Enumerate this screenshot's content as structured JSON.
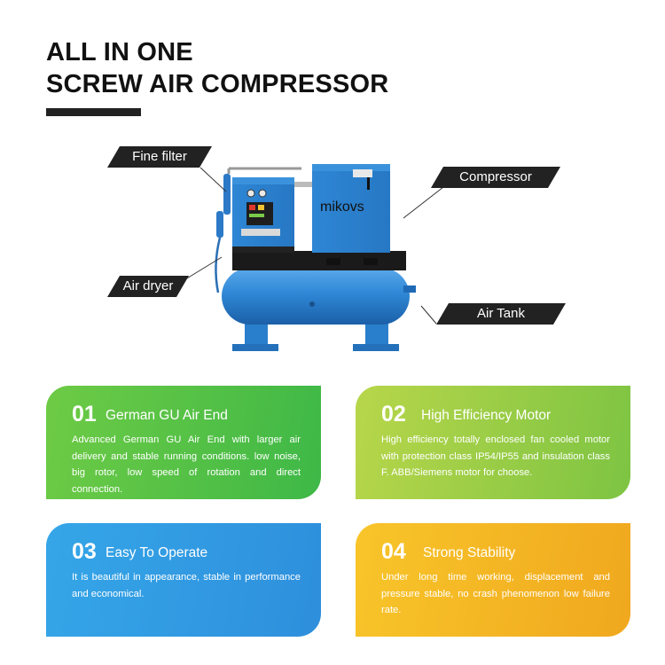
{
  "title": {
    "line1": "ALL IN ONE",
    "line2": "SCREW AIR COMPRESSOR"
  },
  "labels": {
    "fine_filter": "Fine filter",
    "air_dryer": "Air dryer",
    "compressor": "Compressor",
    "air_tank": "Air Tank"
  },
  "machine": {
    "brand": "mikovs"
  },
  "features": [
    {
      "num": "01",
      "heading": "German GU Air End",
      "text": "Advanced German GU Air End with larger air delivery and stable running conditions. low noise, big rotor, low speed of rotation and direct connection."
    },
    {
      "num": "02",
      "heading": "High Efficiency Motor",
      "text": "High efficiency totally enclosed fan cooled motor with protection class IP54/IP55 and insulation class F. ABB/Siemens motor for choose."
    },
    {
      "num": "03",
      "heading": "Easy To Operate",
      "text": "It is beautiful in appearance, stable in performance and economical."
    },
    {
      "num": "04",
      "heading": "Strong Stability",
      "text": "Under long time working, displacement and pressure stable, no crash phenomenon low failure rate."
    }
  ],
  "colors": {
    "card1": "#4fbf46",
    "card2": "#9fcf46",
    "card3": "#3399e2",
    "card4": "#f4b824",
    "machine_blue": "#2d86d2"
  }
}
